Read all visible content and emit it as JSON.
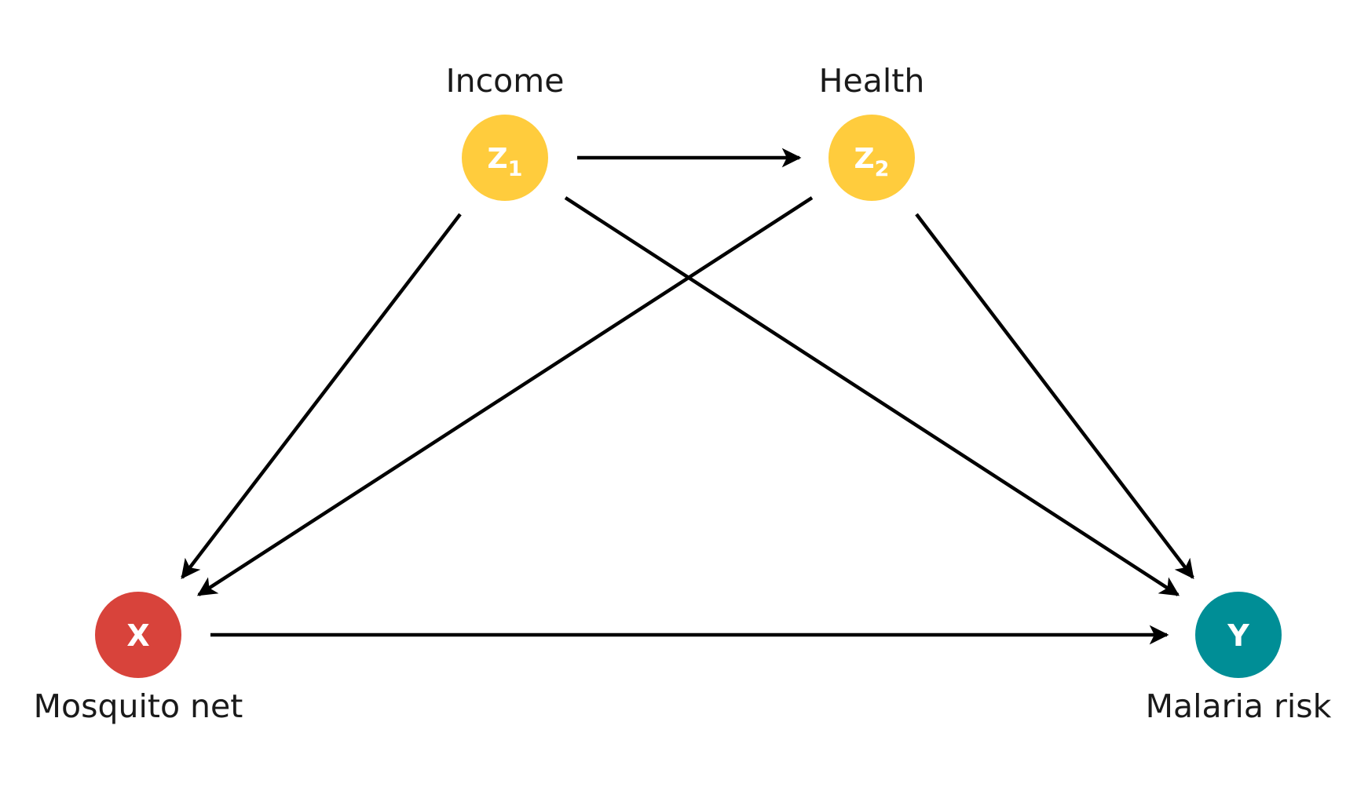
{
  "colors": {
    "confounder": "#FFCC3D",
    "treatment": "#D8433B",
    "outcome": "#008E96",
    "edge": "#000000"
  },
  "nodes": {
    "z1": {
      "symbol": "Z",
      "subscript": "1",
      "label": "Income"
    },
    "z2": {
      "symbol": "Z",
      "subscript": "2",
      "label": "Health"
    },
    "x": {
      "symbol": "X",
      "subscript": "",
      "label": "Mosquito net"
    },
    "y": {
      "symbol": "Y",
      "subscript": "",
      "label": "Malaria risk"
    }
  },
  "edges": [
    {
      "from": "z1",
      "to": "z2"
    },
    {
      "from": "z1",
      "to": "x"
    },
    {
      "from": "z1",
      "to": "y"
    },
    {
      "from": "z2",
      "to": "x"
    },
    {
      "from": "z2",
      "to": "y"
    },
    {
      "from": "x",
      "to": "y"
    }
  ]
}
